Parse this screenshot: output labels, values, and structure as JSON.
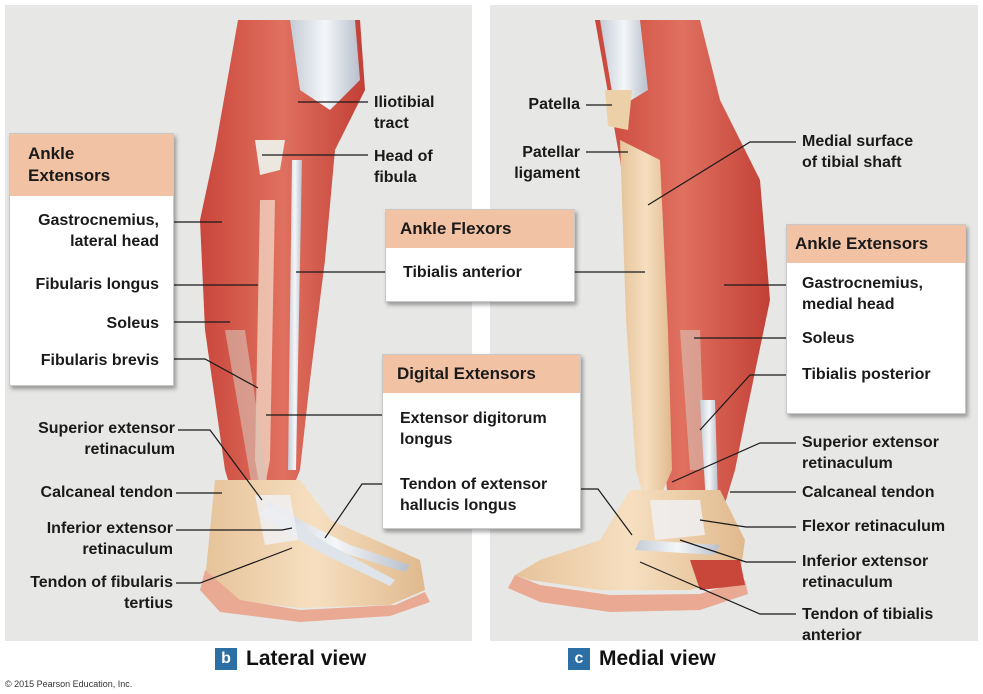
{
  "copyright": "© 2015 Pearson Education, Inc.",
  "lateral": {
    "tag": "b",
    "caption": "Lateral view",
    "ankle_extensors_box": {
      "title_line1": "Ankle",
      "title_line2": "Extensors",
      "items": [
        "Gastrocnemius,",
        "lateral head",
        "Fibularis longus",
        "Soleus",
        "Fibularis brevis"
      ]
    },
    "labels": {
      "iliotibial_1": "Iliotibial",
      "iliotibial_2": "tract",
      "head_fibula_1": "Head of",
      "head_fibula_2": "fibula",
      "sup_ext_ret_1": "Superior extensor",
      "sup_ext_ret_2": "retinaculum",
      "calcaneal": "Calcaneal tendon",
      "inf_ext_ret_1": "Inferior extensor",
      "inf_ext_ret_2": "retinaculum",
      "fib_tertius_1": "Tendon of fibularis",
      "fib_tertius_2": "tertius"
    }
  },
  "center": {
    "ankle_flexors": {
      "title": "Ankle Flexors",
      "item": "Tibialis anterior"
    },
    "digital_extensors": {
      "title": "Digital Extensors",
      "items": [
        "Extensor digitorum",
        "longus",
        "Tendon of extensor",
        "hallucis longus"
      ]
    }
  },
  "medial": {
    "tag": "c",
    "caption": "Medial view",
    "ankle_extensors_box": {
      "title": "Ankle Extensors",
      "items": [
        "Gastrocnemius,",
        "medial head",
        "Soleus",
        "Tibialis posterior"
      ]
    },
    "labels": {
      "patella": "Patella",
      "patellar_lig_1": "Patellar",
      "patellar_lig_2": "ligament",
      "medial_surface_1": "Medial surface",
      "medial_surface_2": "of tibial shaft",
      "sup_ext_ret_1": "Superior extensor",
      "sup_ext_ret_2": "retinaculum",
      "calcaneal": "Calcaneal tendon",
      "flexor_ret": "Flexor retinaculum",
      "inf_ext_ret_1": "Inferior extensor",
      "inf_ext_ret_2": "retinaculum",
      "tib_ant_tendon_1": "Tendon of tibialis",
      "tib_ant_tendon_2": "anterior"
    }
  }
}
